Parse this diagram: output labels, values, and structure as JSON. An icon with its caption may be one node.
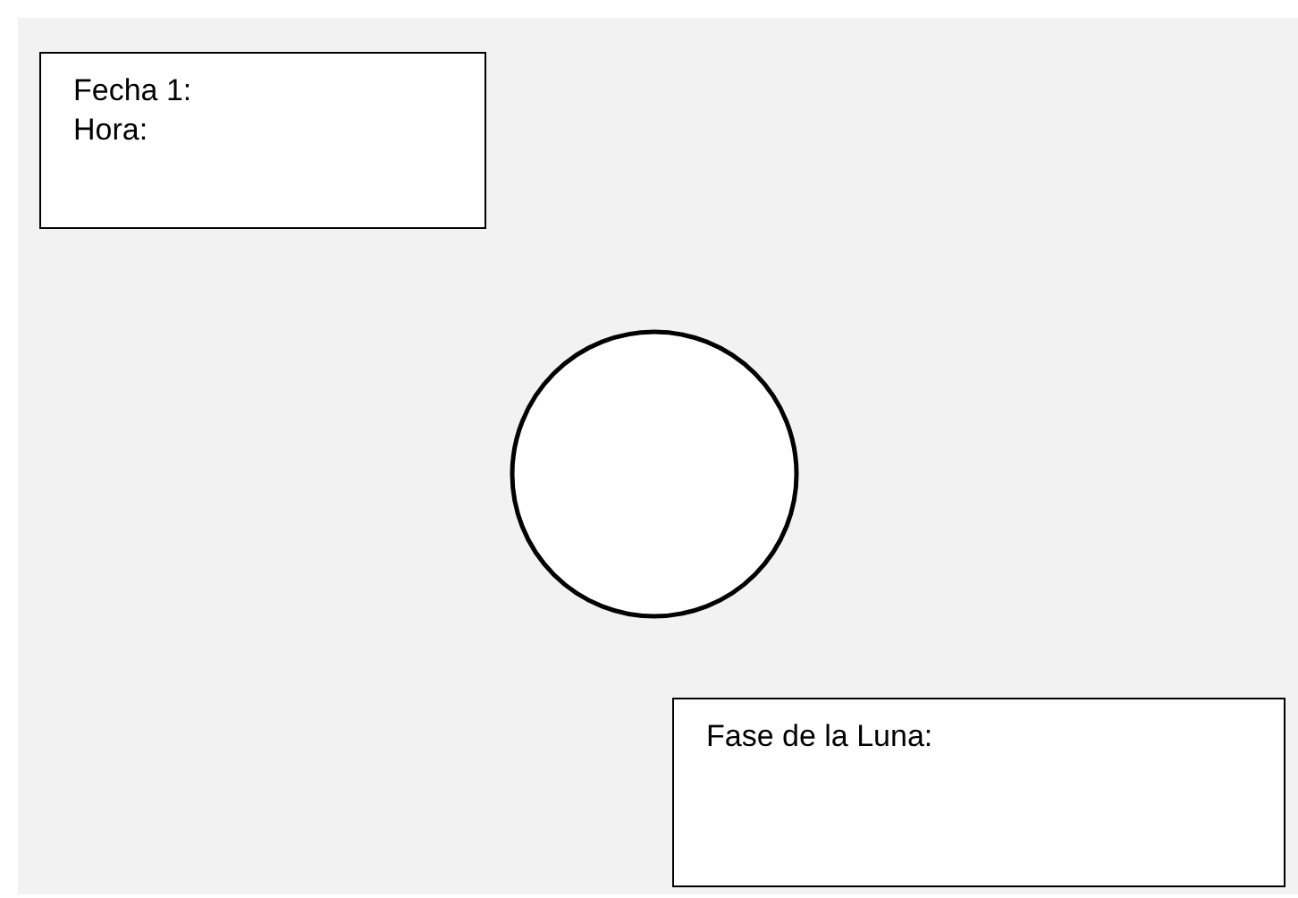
{
  "diagram": {
    "nodes": [
      {
        "text": [
          "Fecha 1:",
          "Hora:"
        ]
      },
      {
        "text": [],
        "shape": "circle"
      },
      {
        "text": [
          "Fase de la Luna:"
        ]
      }
    ]
  }
}
